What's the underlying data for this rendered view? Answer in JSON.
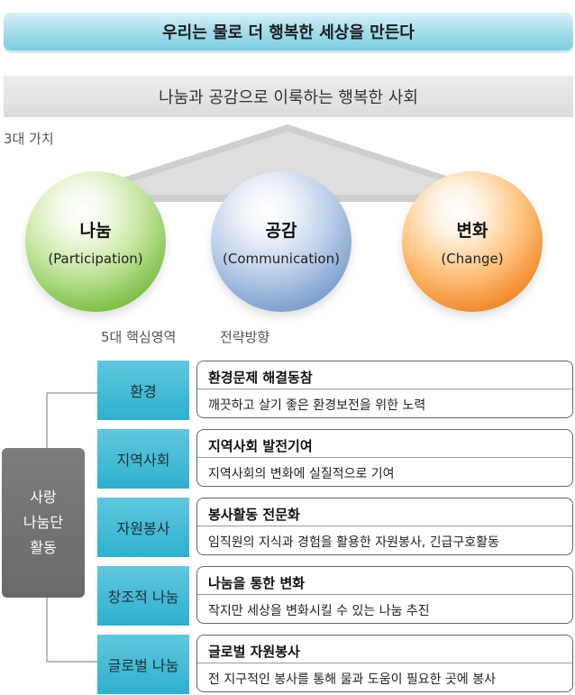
{
  "banner": {
    "text": "우리는 물로 더 행복한 세상을 만든다"
  },
  "vision": {
    "text": "나눔과 공감으로 이룩하는 행복한 사회"
  },
  "values": {
    "label": "3대 가치",
    "items": [
      {
        "title": "나눔",
        "subtitle": "(Participation)",
        "color": "#7dc047"
      },
      {
        "title": "공감",
        "subtitle": "(Communication)",
        "color": "#7e9fd0"
      },
      {
        "title": "변화",
        "subtitle": "(Change)",
        "color": "#f28a2a"
      }
    ]
  },
  "columns": {
    "areas_label": "5대 핵심영역",
    "direction_label": "전략방향"
  },
  "group": {
    "lines": [
      "사랑",
      "나눔단",
      "활동"
    ]
  },
  "areas": [
    {
      "name": "환경",
      "title": "환경문제 해결동참",
      "desc": "깨끗하고 살기 좋은 환경보전을 위한 노력"
    },
    {
      "name": "지역사회",
      "title": "지역사회 발전기여",
      "desc": "지역사회의 변화에 실질적으로 기여"
    },
    {
      "name": "자원봉사",
      "title": "봉사활동 전문화",
      "desc": "임직원의 지식과 경험을 활용한 자원봉사, 긴급구호활동"
    },
    {
      "name": "창조적 나눔",
      "title": "나눔을 통한 변화",
      "desc": "작지만 세상을 변화시킬 수 있는 나눔 추진"
    },
    {
      "name": "글로벌 나눔",
      "title": "글로벌 자원봉사",
      "desc": "전 지구적인 봉사를 통해 물과 도움이 필요한 곳에 봉사"
    }
  ],
  "colors": {
    "banner": "#7ccde0",
    "area": "#2fb0cf",
    "group": "#6a6a6a"
  }
}
